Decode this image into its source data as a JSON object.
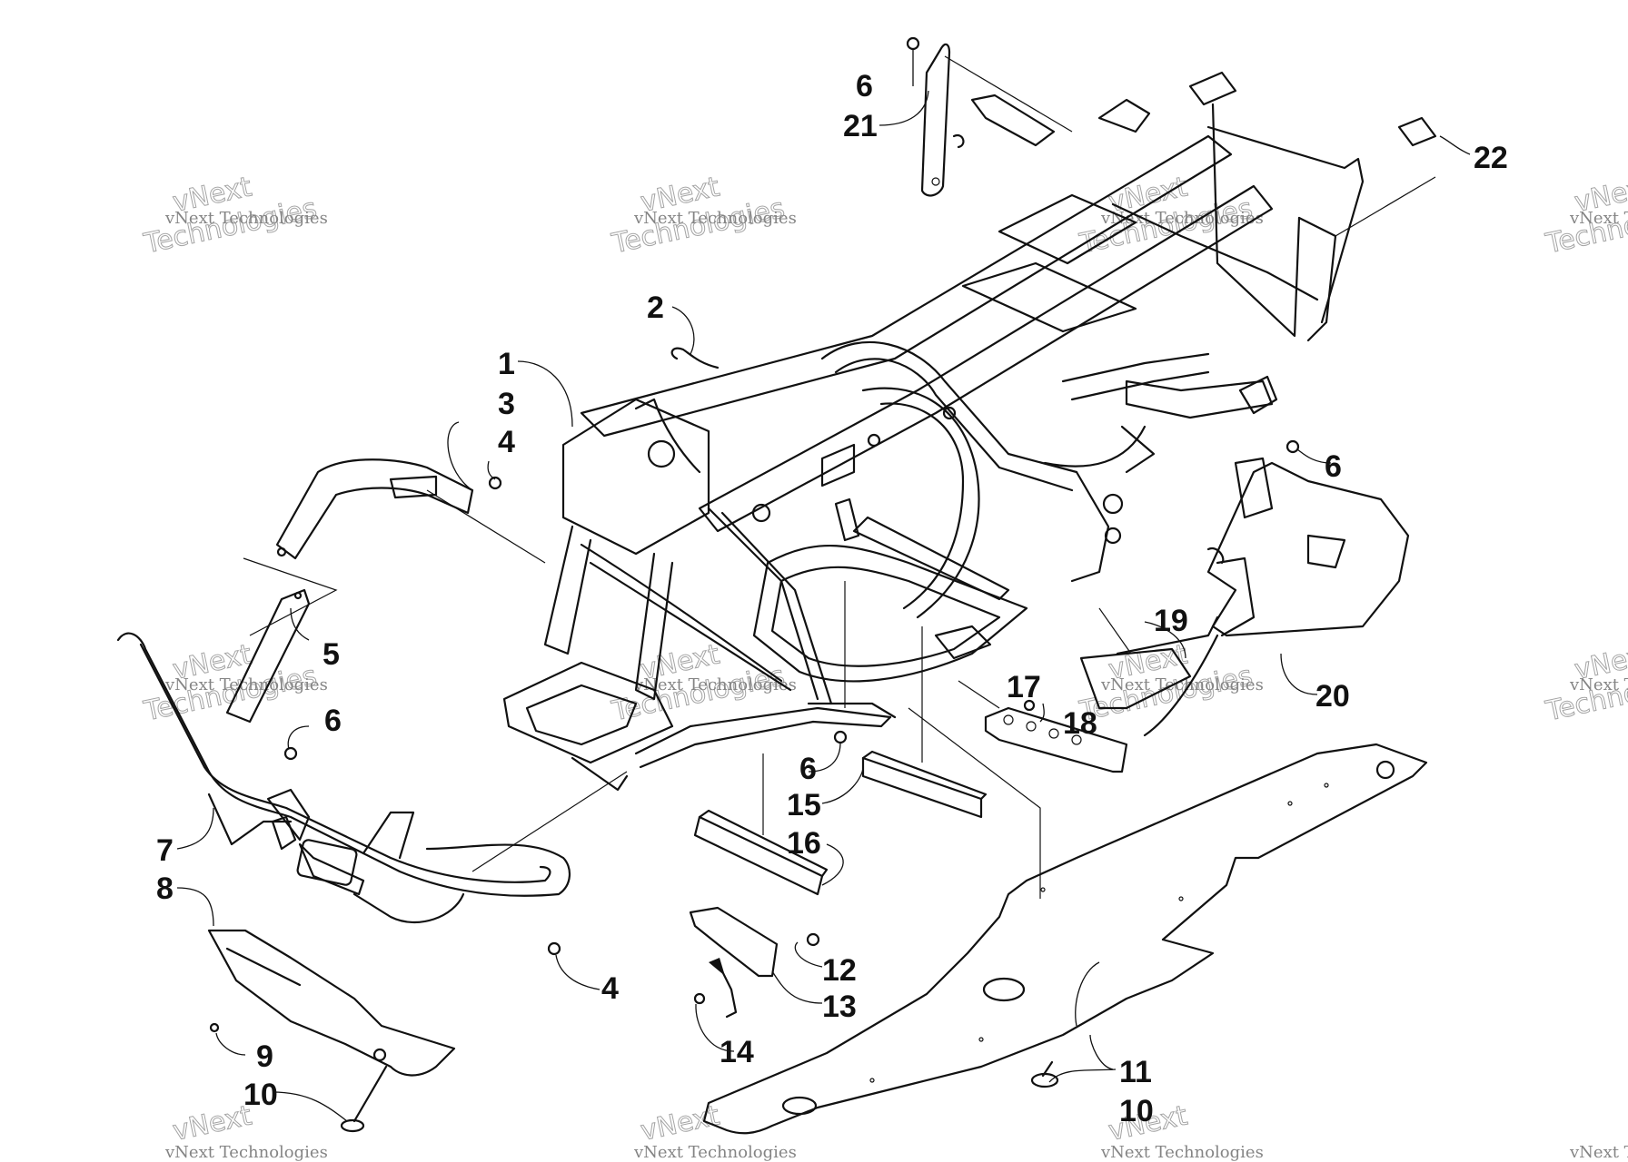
{
  "watermark": {
    "line1": "vNext Technologies",
    "line2": "vNext",
    "line3": "Technologies"
  },
  "callouts": [
    "1",
    "2",
    "3",
    "4",
    "4",
    "5",
    "6",
    "6",
    "6",
    "6",
    "7",
    "8",
    "9",
    "10",
    "10",
    "11",
    "12",
    "13",
    "14",
    "15",
    "16",
    "17",
    "18",
    "19",
    "20",
    "21",
    "22"
  ]
}
